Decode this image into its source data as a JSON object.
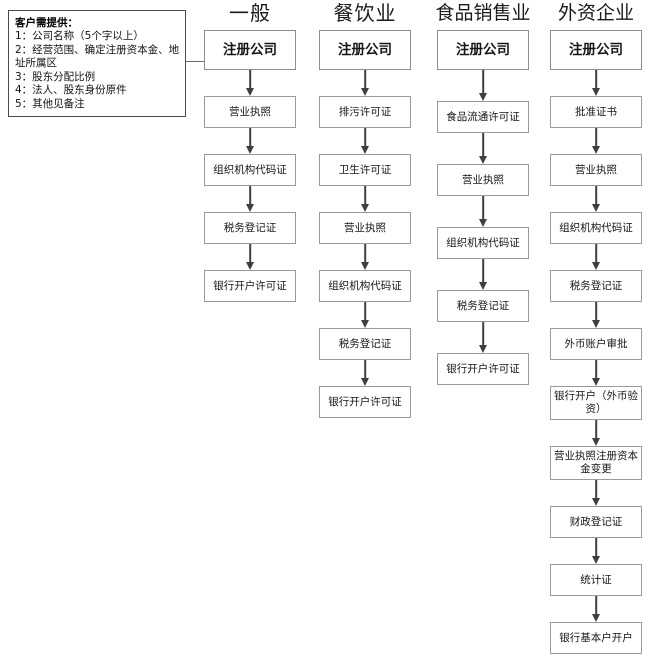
{
  "info_box": {
    "title": "客户需提供：",
    "lines": [
      "1：公司名称（5个字以上）",
      "2：经营范围、确定注册资本金、地址所属区",
      "3：股东分配比例",
      "4：法人、股东身份原件",
      "5：其他见备注"
    ]
  },
  "columns": [
    {
      "header": "一般",
      "nodes": [
        "注册公司",
        "营业执照",
        "组织机构代码证",
        "税务登记证",
        "银行开户许可证"
      ]
    },
    {
      "header": "餐饮业",
      "nodes": [
        "注册公司",
        "排污许可证",
        "卫生许可证",
        "营业执照",
        "组织机构代码证",
        "税务登记证",
        "银行开户许可证"
      ]
    },
    {
      "header": "食品销售业",
      "nodes": [
        "注册公司",
        "食品流通许可证",
        "营业执照",
        "组织机构代码证",
        "税务登记证",
        "银行开户许可证"
      ]
    },
    {
      "header": "外资企业",
      "nodes": [
        "注册公司",
        "批准证书",
        "营业执照",
        "组织机构代码证",
        "税务登记证",
        "外币账户审批",
        "银行开户（外币验资）",
        "营业执照注册资本金变更",
        "财政登记证",
        "统计证",
        "银行基本户开户"
      ]
    }
  ],
  "colors": {
    "box_border": "#9a9a9a",
    "info_border": "#4a4a4a",
    "arrow": "#3f3f3f",
    "text": "#161616",
    "background": "#ffffff"
  }
}
